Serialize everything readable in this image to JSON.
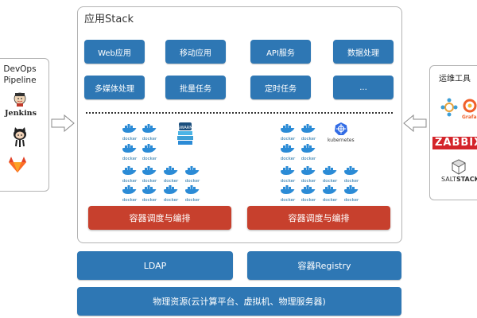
{
  "devops": {
    "title_line1": "DevOps",
    "title_line2": "Pipeline",
    "jenkins_label": "Jenkins"
  },
  "stack": {
    "title": "应用Stack",
    "apps": [
      {
        "label": "Web应用"
      },
      {
        "label": "移动应用"
      },
      {
        "label": "API服务"
      },
      {
        "label": "数据处理"
      },
      {
        "label": "多媒体处理"
      },
      {
        "label": "批量任务"
      },
      {
        "label": "定时任务"
      },
      {
        "label": "..."
      }
    ],
    "docker_label": "docker",
    "kubernetes_label": "kubernetes",
    "swarm_label": "SWARM",
    "orchestration_left": "容器调度与编排",
    "orchestration_right": "容器调度与编排"
  },
  "infra": {
    "ldap": "LDAP",
    "registry": "容器Registry",
    "physical": "物理资源(云计算平台、虚拟机、物理服务器)"
  },
  "ops": {
    "title": "运维工具",
    "grafana_label": "Grafa",
    "zabbix_label": "ZABBIX",
    "salt_label_a": "SALT",
    "salt_label_b": "STACK"
  },
  "colors": {
    "app_blue": "#2e77b4",
    "orchestration_red": "#c7402d",
    "docker_blue": "#2b8bd6"
  }
}
